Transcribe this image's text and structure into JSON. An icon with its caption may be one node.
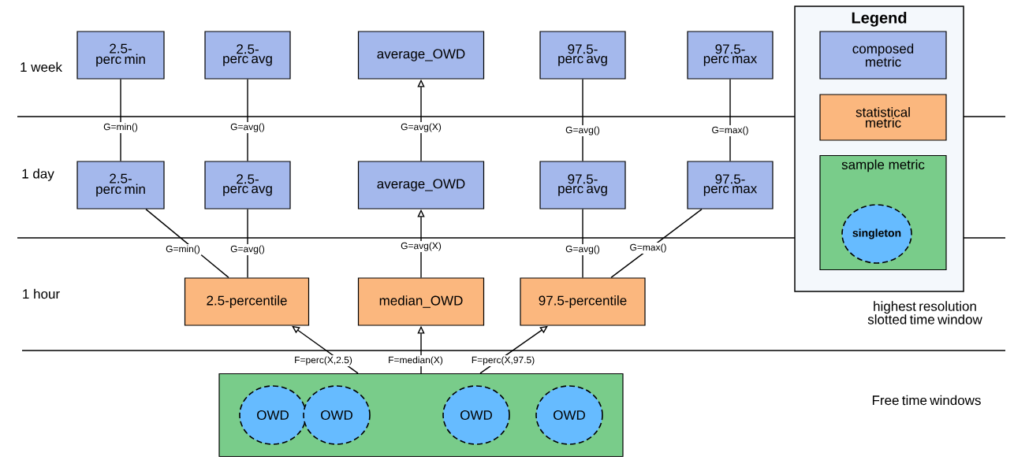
{
  "diagram": {
    "nodes": [
      {
        "text": [
          "2.5-perc min"
        ]
      },
      {
        "text": [
          "2.5-perc avg"
        ]
      },
      {
        "text": [
          "average_OWD"
        ]
      },
      {
        "text": [
          "97.5-perc avg"
        ]
      },
      {
        "text": [
          "97.5-perc max"
        ]
      },
      {
        "text": [
          "2.5-perc min"
        ]
      },
      {
        "text": [
          "2.5-perc avg"
        ]
      },
      {
        "text": [
          "average_OWD"
        ]
      },
      {
        "text": [
          "97.5-perc avg"
        ]
      },
      {
        "text": [
          "97.5-perc max"
        ]
      },
      {
        "text": [
          "2.5-percentile"
        ]
      },
      {
        "text": [
          "median_OWD"
        ]
      },
      {
        "text": [
          "97.5-percentile"
        ]
      },
      {
        "text": [],
        "shape": "box"
      },
      {
        "text": [
          "OWD"
        ],
        "in": 13
      },
      {
        "text": [
          "OWD"
        ],
        "in": 13
      },
      {
        "text": [
          "OWD"
        ],
        "in": 13
      },
      {
        "text": [
          "OWD"
        ],
        "in": 13
      },
      {
        "text": [
          "Legend"
        ]
      },
      {
        "text": [
          "composed metric"
        ],
        "in": 18
      },
      {
        "text": [
          "statistical metric"
        ],
        "in": 18
      },
      {
        "text": [
          "sample metric"
        ],
        "in": 18
      },
      {
        "text": [
          "singleton"
        ],
        "in": 21
      }
    ],
    "edges": [
      {
        "from": 5,
        "to": 0,
        "arrow": "none",
        "label": "G=min()"
      },
      {
        "from": 6,
        "to": 1,
        "arrow": "none",
        "label": "G=avg()"
      },
      {
        "from": 7,
        "to": 2,
        "arrow": "to",
        "label": "G=avg(X)"
      },
      {
        "from": 8,
        "to": 3,
        "arrow": "none",
        "label": "G=avg()"
      },
      {
        "from": 9,
        "to": 4,
        "arrow": "none",
        "label": "G=max()"
      },
      {
        "from": 10,
        "to": 5,
        "arrow": "none",
        "label": "G=min()"
      },
      {
        "from": 10,
        "to": 6,
        "arrow": "none",
        "label": "G=avg()"
      },
      {
        "from": 11,
        "to": 7,
        "arrow": "to",
        "label": "G=avg(X)"
      },
      {
        "from": 12,
        "to": 8,
        "arrow": "none",
        "label": "G=avg()"
      },
      {
        "from": 12,
        "to": 9,
        "arrow": "none",
        "label": "G=max()"
      },
      {
        "from": 13,
        "to": 10,
        "arrow": "to",
        "label": "F=perc(X,2.5)"
      },
      {
        "from": 13,
        "to": 11,
        "arrow": "to",
        "label": "F=median(X)"
      },
      {
        "from": 13,
        "to": 12,
        "arrow": "to",
        "label": "F=perc(X,97.5)"
      }
    ],
    "labels": [
      "1 week",
      "1 day",
      "1 hour",
      "highest resolution slotted time window",
      "Free time windows"
    ]
  }
}
